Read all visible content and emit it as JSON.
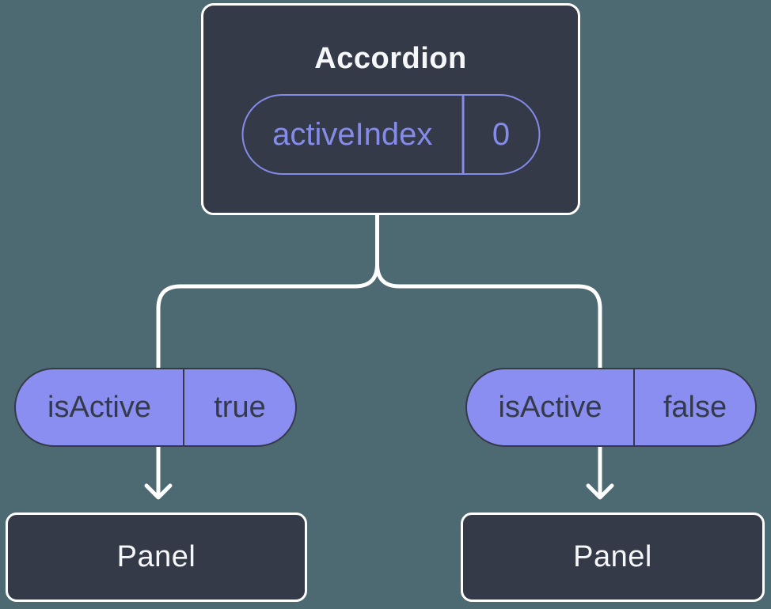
{
  "diagram": {
    "type": "component-tree",
    "root": {
      "title": "Accordion",
      "state": {
        "name": "activeIndex",
        "value": "0"
      }
    },
    "branches": [
      {
        "prop": {
          "name": "isActive",
          "value": "true"
        },
        "child": {
          "title": "Panel"
        }
      },
      {
        "prop": {
          "name": "isActive",
          "value": "false"
        },
        "child": {
          "title": "Panel"
        }
      }
    ],
    "colors": {
      "background": "#4D6972",
      "node_fill": "#343A48",
      "node_border": "#FFFFFF",
      "connector_line": "#FFFFFF",
      "state_pill_accent": "#858BE8",
      "prop_pill_fill": "#8A8EF0",
      "prop_pill_text": "#343A48",
      "node_text": "#F6F7F9"
    }
  }
}
